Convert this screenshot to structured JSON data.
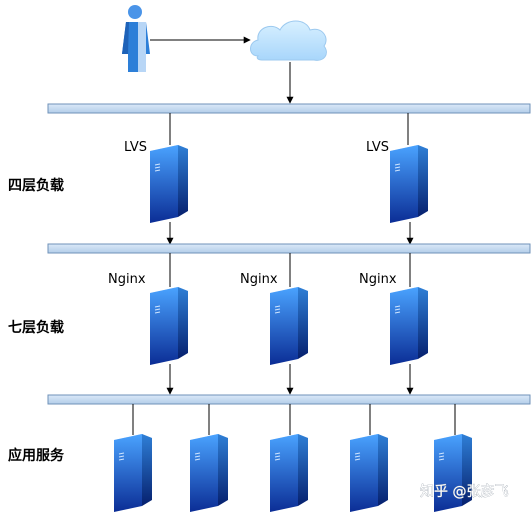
{
  "layers": {
    "l4": "四层负载",
    "l7": "七层负载",
    "app": "应用服务"
  },
  "nodes": {
    "lvs_1": "LVS",
    "lvs_2": "LVS",
    "nginx_1": "Nginx",
    "nginx_2": "Nginx",
    "nginx_3": "Nginx"
  },
  "watermark": "知乎 @张彦飞",
  "colors": {
    "bus_fill": "#c6dcf3",
    "bus_stroke": "#6f92b8",
    "server_front_light": "#3f8ce6",
    "server_front_dark": "#0c2f9b",
    "cloud": "#bfe3ff",
    "person": "#2d7fd8"
  },
  "icons": [
    "user-icon",
    "cloud-icon",
    "server-icon"
  ]
}
